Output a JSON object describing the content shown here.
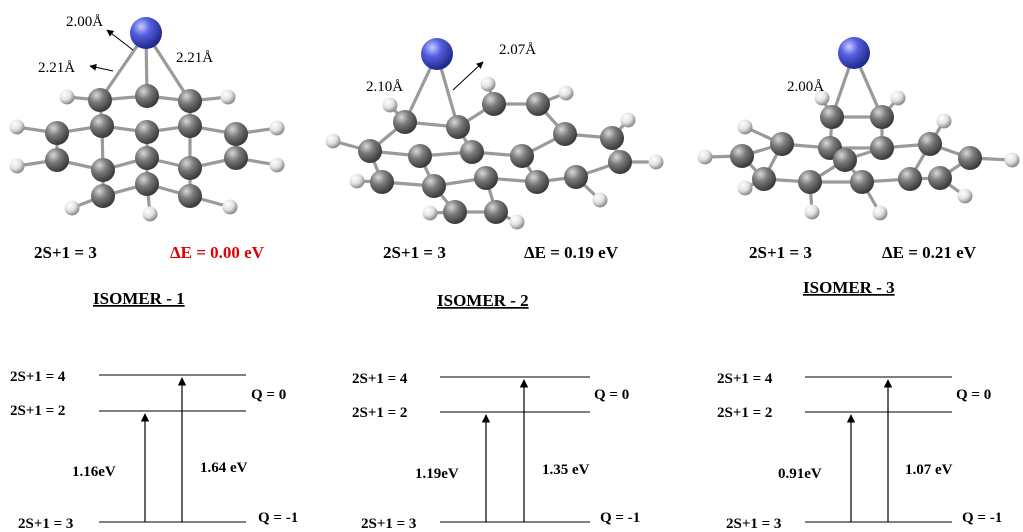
{
  "isomers": [
    {
      "title": "ISOMER - 1",
      "spin": "2S+1 = 3",
      "energy": "ΔE = 0.00 eV",
      "energy_color": "#e00000",
      "bond_labels": [
        "2.00Å",
        "2.21Å",
        "2.21Å"
      ],
      "levels": {
        "upper_spin": "2S+1 = 4",
        "middle_spin": "2S+1 = 2",
        "lower_spin": "2S+1 = 3",
        "q_upper": "Q = 0",
        "q_lower": "Q = -1",
        "transition_short": "1.16eV",
        "transition_long": "1.64 eV"
      }
    },
    {
      "title": "ISOMER - 2",
      "spin": "2S+1 = 3",
      "energy": "ΔE = 0.19 eV",
      "energy_color": "#000000",
      "bond_labels": [
        "2.07Å",
        "2.10Å"
      ],
      "levels": {
        "upper_spin": "2S+1 = 4",
        "middle_spin": "2S+1 = 2",
        "lower_spin": "2S+1 = 3",
        "q_upper": "Q = 0",
        "q_lower": "Q = -1",
        "transition_short": "1.19eV",
        "transition_long": "1.35 eV"
      }
    },
    {
      "title": "ISOMER - 3",
      "spin": "2S+1 = 3",
      "energy": "ΔE = 0.21 eV",
      "energy_color": "#000000",
      "bond_labels": [
        "2.00Å"
      ],
      "levels": {
        "upper_spin": "2S+1 = 4",
        "middle_spin": "2S+1 = 2",
        "lower_spin": "2S+1 = 3",
        "q_upper": "Q = 0",
        "q_lower": "Q = -1",
        "transition_short": "0.91eV",
        "transition_long": "1.07 eV"
      }
    }
  ],
  "colors": {
    "metal_atom": "#4a55d8",
    "carbon_atom": "#6e6e6e",
    "hydrogen_atom": "#e6e6e6",
    "bond": "#9a9a9a",
    "text": "#000000"
  }
}
